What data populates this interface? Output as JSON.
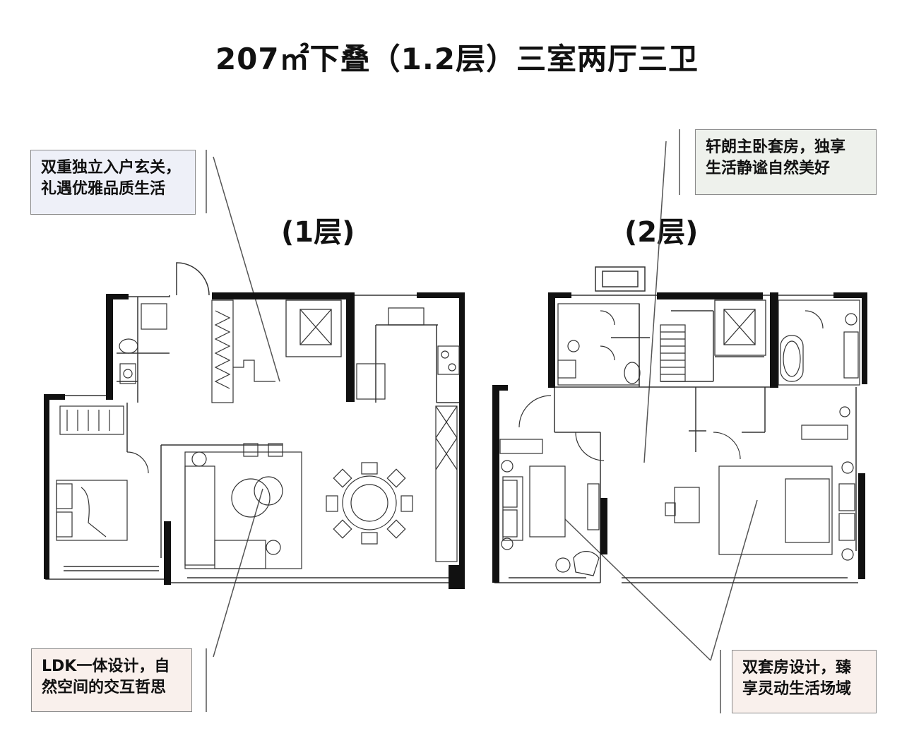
{
  "title": "207㎡下叠（1.2层）三室两厅三卫",
  "floors": {
    "floor1": "(1层)",
    "floor2": "(2层)"
  },
  "callouts": {
    "entry": {
      "line1": "双重独立入户玄关，",
      "line2": "礼遇优雅品质生活"
    },
    "master": {
      "line1": "轩朗主卧套房，独享",
      "line2": "生活静谧自然美好"
    },
    "ldk": {
      "line1": "LDK一体设计，自",
      "line2": "然空间的交互哲思"
    },
    "suite": {
      "line1": "双套房设计，臻",
      "line2": "享灵动生活场域"
    }
  },
  "colors": {
    "wall": "#111111",
    "line": "#555555",
    "callout_entry_bg": "#eef0f8",
    "callout_master_bg": "#eef1ec",
    "callout_ldk_bg": "#f9f0ec",
    "callout_suite_bg": "#f9f0ec"
  }
}
